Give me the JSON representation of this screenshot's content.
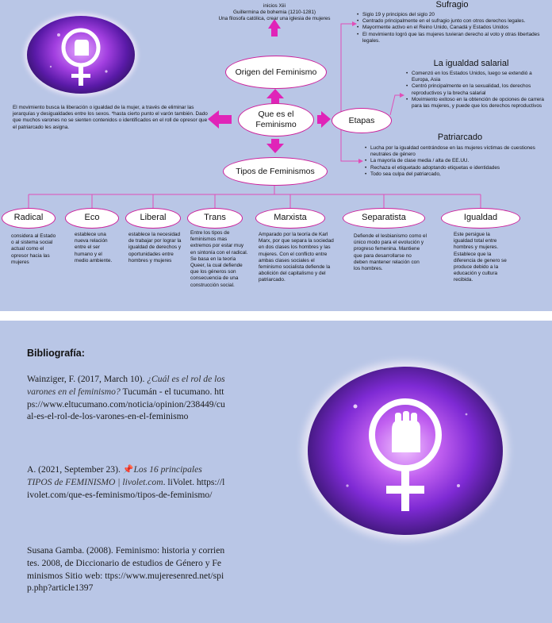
{
  "top": {
    "header_lines": [
      "inicios Xiii",
      "Guillermina de bohemia (1210-1281)",
      "Una filosofa católica, crear una iglesia de mujeres"
    ],
    "nodes": {
      "origen": "Origen del Feminismo",
      "central": "Que es el Feminismo",
      "tipos": "Tipos de Feminismos",
      "etapas": "Etapas"
    },
    "definition": "El movimiento busca la liberación o igualdad de la mujer, a través de eliminar las jerarquías y desigualdades entre los sexos. *hasta cierto punto el varón también. Dado que muchos varones no se sienten contenidos o identificados en el roll de opresor que el patriarcado les asigna.",
    "sufragio": {
      "title": "Sufragio",
      "items": [
        "Siglo 19 y principios del siglo 20",
        "Centrado principalmente en el sufragio junto con otros derechos legales.",
        "Mayormente activo en el Reino Unido, Canadá y Estados Unidos",
        "El movimiento logró que las mujeres tuvieran derecho al voto y otras libertades legales."
      ]
    },
    "igualdad_salarial": {
      "title": "La igualdad salarial",
      "items": [
        "Comenzó en los Estados Unidos, luego se extendió a Europa, Asia",
        "Centró principalmente en la sexualidad, los derechos reproductivos y la brecha salarial",
        "Movimiento exitoso en la obtención de opciones de carrera para las mujeres, y puede que los derechos reproductivos"
      ]
    },
    "patriarcado": {
      "title": "Patriarcado",
      "items": [
        "Lucha por la igualdad centrándose en las mujeres víctimas de cuestiones neutrales de género",
        "La mayoría de clase media / alta de EE.UU.",
        "Rechaza el etiquetado adoptando etiquetas e identidades",
        "Todo sea culpa del patriarcado,"
      ]
    },
    "types": [
      {
        "label": "Radical",
        "desc": "considera al Estado o al sistema social actual como el opresor hacia las mujeres"
      },
      {
        "label": "Eco",
        "desc": "establece una nueva relación entre el ser humano y el medio ambiente."
      },
      {
        "label": "Liberal",
        "desc": "establece la necesidad de trabajar por lograr la igualdad de derechos y oportunidades entre hombres y mujeres"
      },
      {
        "label": "Trans",
        "desc": "Entre los tipos de feminismos mas extremos por estar muy en sintonía con el radical. Se basa en la teoría Queer, la cual defiende que los géneros son consecuencia de una construcción social."
      },
      {
        "label": "Marxista",
        "desc": "Amparado por la teoría de Karl Marx, por que separa la sociedad en dos clases los hombres y las mujeres. Con el conflicto entre ambas clases sociales el feminismo socialista defiende la abolición del capitalismo y del patriarcado."
      },
      {
        "label": "Separatista",
        "desc": "Defiende el lesbianismo como el único modo para el evolución y progreso femenina. Mantiene que para desarrollarse no deben mantener relación con los hombres."
      },
      {
        "label": "Igualdad",
        "desc": "Este persigue la igualdad total entre hombres y mujeres. Establece que la diferencia de genero se produce debido a la educación y cultura recibida."
      }
    ]
  },
  "bibliography": {
    "title": "Bibliografía:",
    "refs": [
      {
        "pre": "Wainziger, F. (2017, March 10). ",
        "title": "¿Cuál es el rol de los varones en el feminismo?",
        "post": " Tucumán - el tucumano. https://www.eltucumano.com/noticia/opinion/238449/cual-es-el-rol-de-los-varones-en-el-feminismo"
      },
      {
        "pre": "A. (2021, September 23). ",
        "title": "Los 16 principales TIPOS de FEMINISMO | livolet.com",
        "post": ". liVolet. https://livolet.com/que-es-feminismo/tipos-de-feminismo/"
      },
      {
        "pre": "Susana Gamba. (2008). Feminismo: historia y corrientes. 2008, de Diccionario de estudios de Género y Feminismos Sitio web: ttps://www.mujeresenred.net/spip.php?article1397",
        "title": "",
        "post": ""
      }
    ]
  },
  "colors": {
    "background": "#b9c6e6",
    "accent": "#cc1f9a",
    "arrow": "#e024b8"
  }
}
